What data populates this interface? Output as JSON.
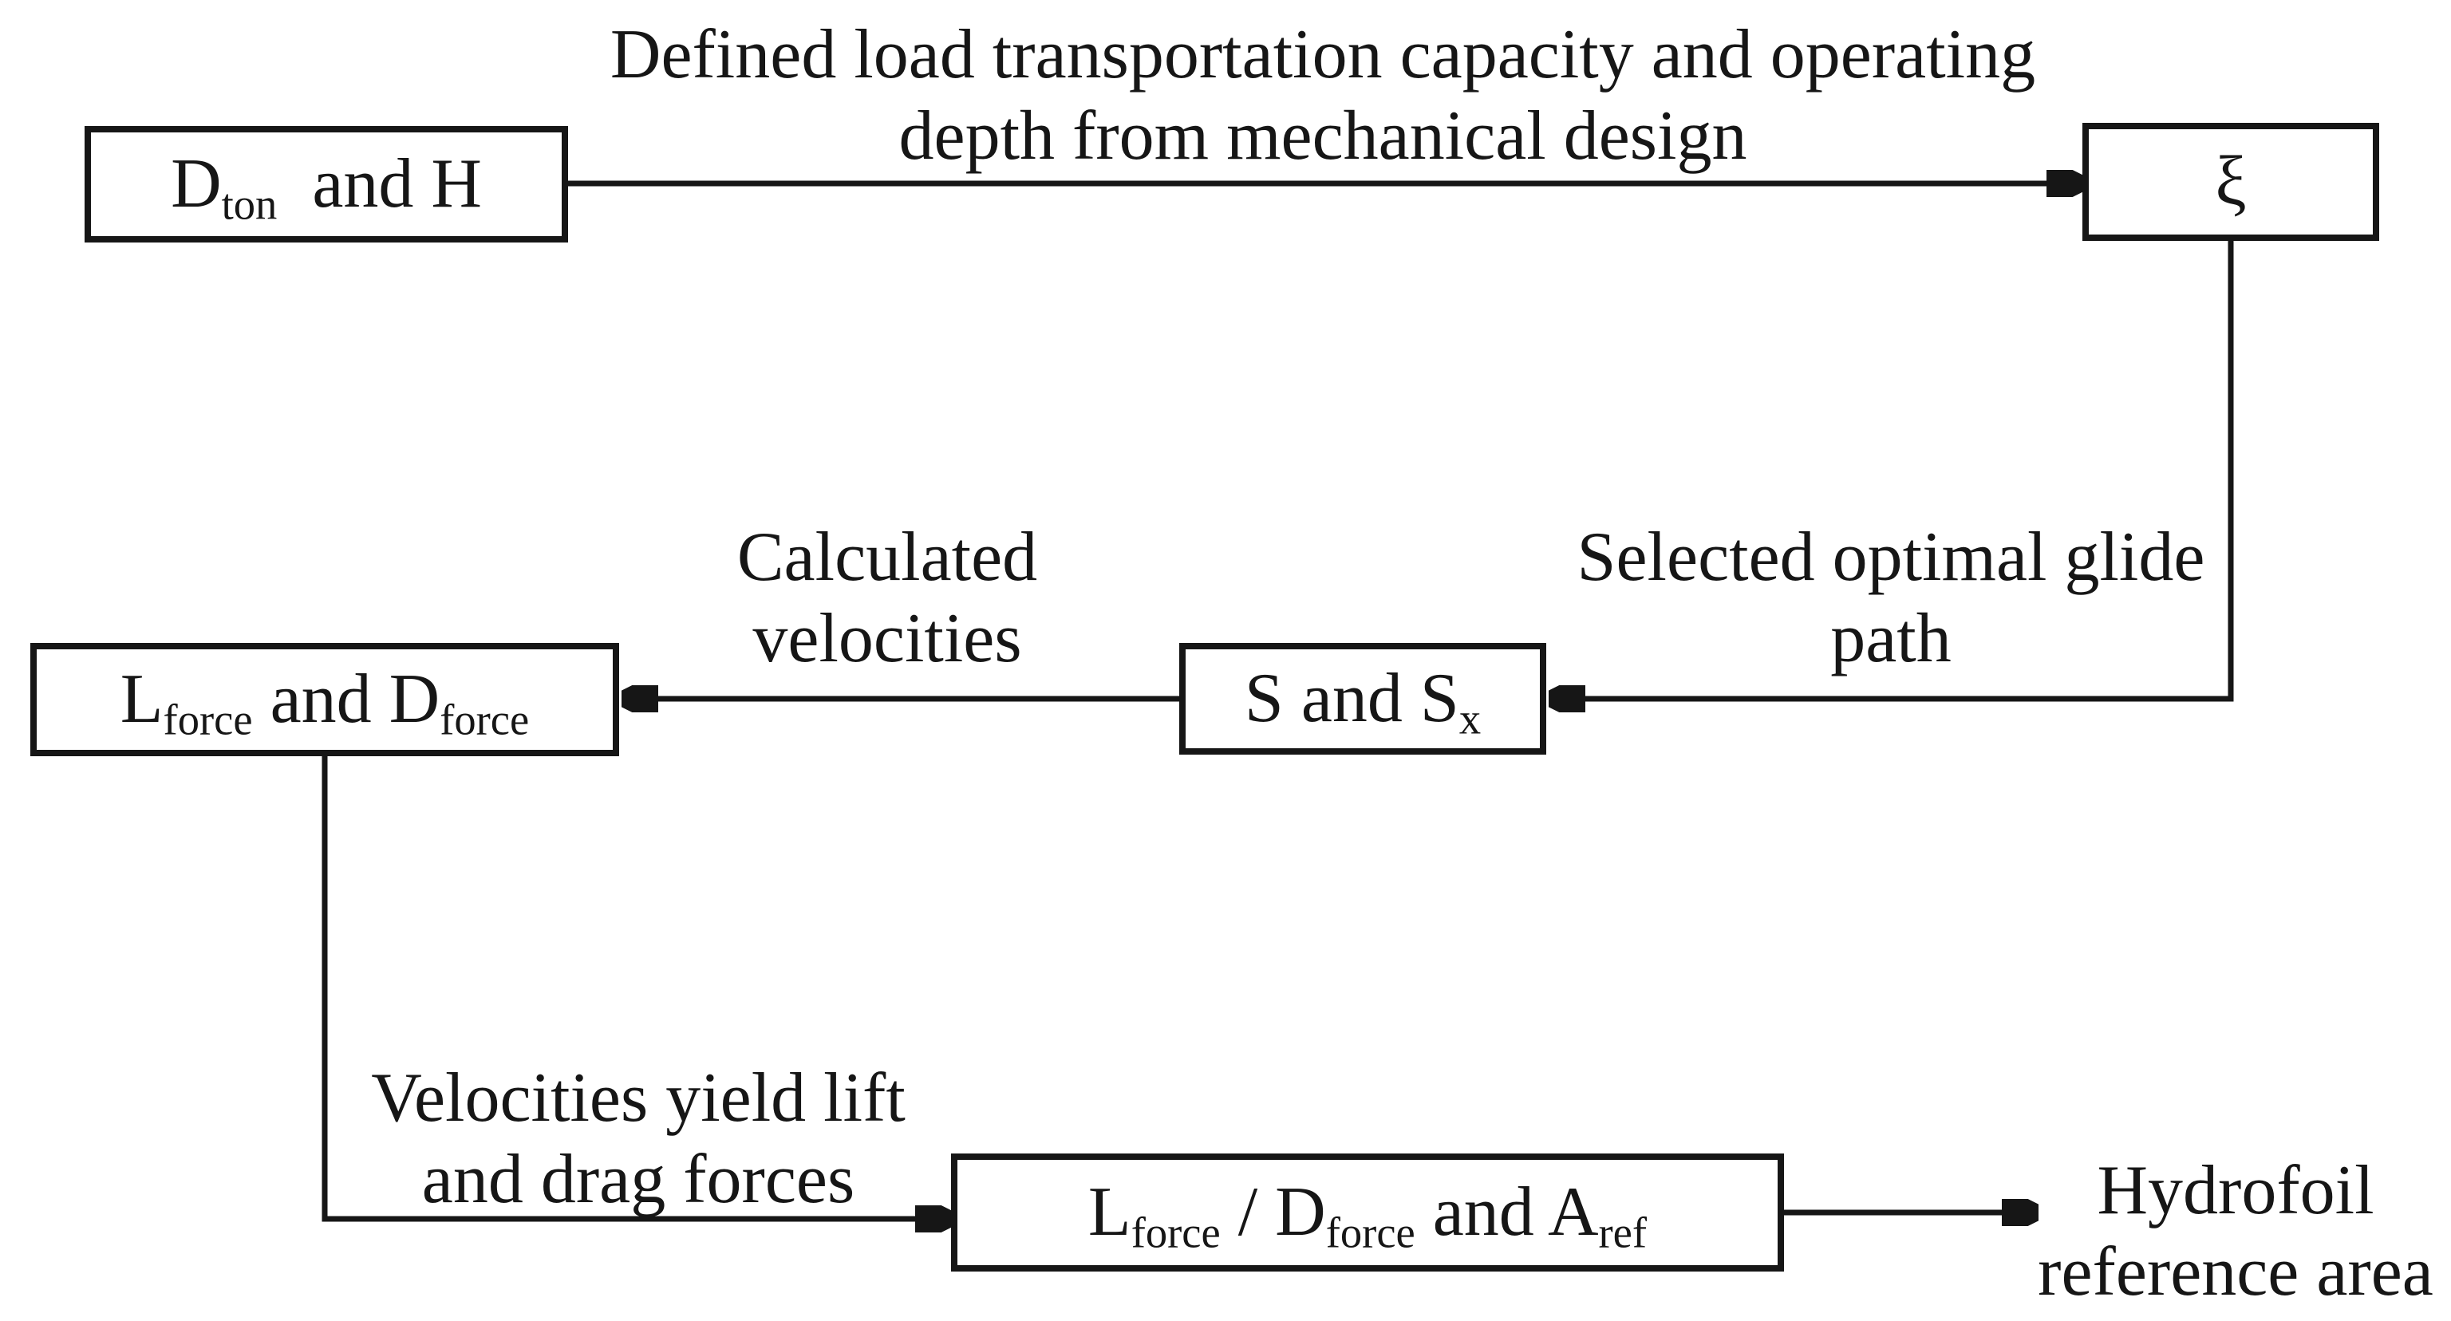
{
  "figure": {
    "type": "flowchart",
    "background": "#ffffff",
    "ink": "#161616"
  },
  "nodes": {
    "dton_h": {
      "t1": "D",
      "sub1": "ton",
      "t2": "  and H"
    },
    "xi": {
      "t1": "ξ"
    },
    "s_sx": {
      "t1": "S and S",
      "sub1": "x"
    },
    "lforce_dforce": {
      "t1": "L",
      "sub1": "force",
      "t2": " and D",
      "sub2": "force"
    },
    "ratio_aref": {
      "t1": "L",
      "sub1": "force",
      "t2": " / D",
      "sub2": "force",
      "t3": " and A",
      "sub3": "ref"
    }
  },
  "annotations": {
    "defined_load": {
      "line1": "Defined load transportation capacity and operating",
      "line2": "depth from mechanical design"
    },
    "calculated": {
      "line1": "Calculated",
      "line2": "velocities"
    },
    "selected": {
      "line1": "Selected optimal glide",
      "line2": "path"
    },
    "velocities_yield": {
      "line1": "Velocities yield lift",
      "line2": "and drag forces"
    },
    "hydrofoil": {
      "line1": "Hydrofoil",
      "line2": "reference area"
    }
  },
  "edges": [
    {
      "from": "dton_h",
      "to": "xi",
      "label": "Defined load transportation capacity and operating depth from mechanical design"
    },
    {
      "from": "xi",
      "to": "s_sx",
      "label": "Selected optimal glide path"
    },
    {
      "from": "s_sx",
      "to": "lforce_dforce",
      "label": "Calculated velocities"
    },
    {
      "from": "lforce_dforce",
      "to": "ratio_aref",
      "label": "Velocities yield lift and drag forces"
    },
    {
      "from": "ratio_aref",
      "to": "output",
      "label": "Hydrofoil reference area"
    }
  ]
}
